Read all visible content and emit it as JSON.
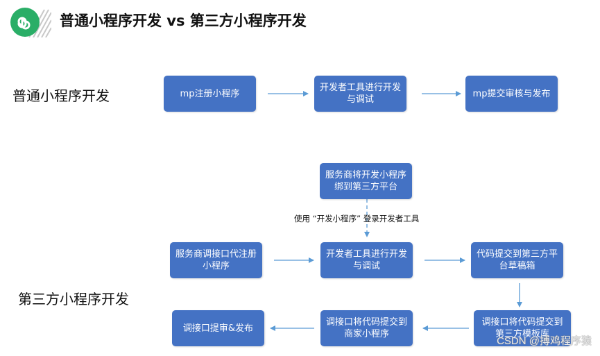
{
  "header": {
    "title": "普通小程序开发 vs 第三方小程序开发",
    "logo_icon": "mini-program-logo",
    "brand_color": "#2aae67"
  },
  "sections": {
    "normal": "普通小程序开发",
    "third_party": "第三方小程序开发"
  },
  "colors": {
    "box": "#4472c4",
    "arrow": "#5b9bd5"
  },
  "normal_flow": {
    "step1": "mp注册小程序",
    "step2": "开发者工具进行开发与调试",
    "step3": "mp提交审核与发布"
  },
  "third_flow": {
    "bind": "服务商将开发小程序绑到第三方平台",
    "edge_label": "使用 “开发小程序” 登录开发者工具",
    "register": "服务商调接口代注册小程序",
    "dev": "开发者工具进行开发与调试",
    "draft": "代码提交到第三方平台草稿箱",
    "template": "调接口将代码提交到第三方模板库",
    "commit": "调接口将代码提交到商家小程序",
    "publish": "调接口提审&发布"
  },
  "watermark": "CSDN @搏鸡程序猿"
}
